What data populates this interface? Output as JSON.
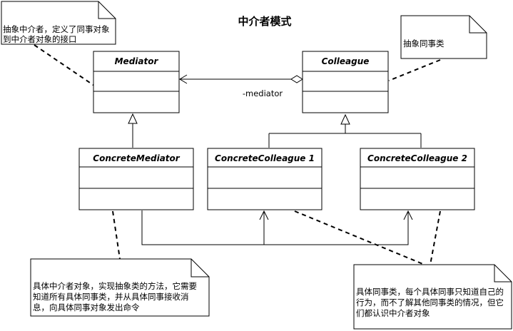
{
  "title": "中介者模式",
  "classes": {
    "mediator": "Mediator",
    "colleague": "Colleague",
    "concrete_mediator": "ConcreteMediator",
    "concrete_colleague_1": "ConcreteColleague 1",
    "concrete_colleague_2": "ConcreteColleague 2"
  },
  "association_label": "-mediator",
  "notes": {
    "mediator_note": [
      "抽象中介者，定义了同事对象",
      "到中介者对象的接口"
    ],
    "colleague_note": [
      "抽象同事类"
    ],
    "concrete_mediator_note": [
      "具体中介者对象，实现抽象类的方法，它需要",
      "知道所有具体同事类，并从具体同事接收消",
      "息，向具体同事对象发出命令"
    ],
    "concrete_colleague_note": [
      "具体同事类，每个具体同事只知道自己的",
      "行为，而不了解其他同事类的情况，但它",
      "们都认识中介者对象"
    ]
  }
}
